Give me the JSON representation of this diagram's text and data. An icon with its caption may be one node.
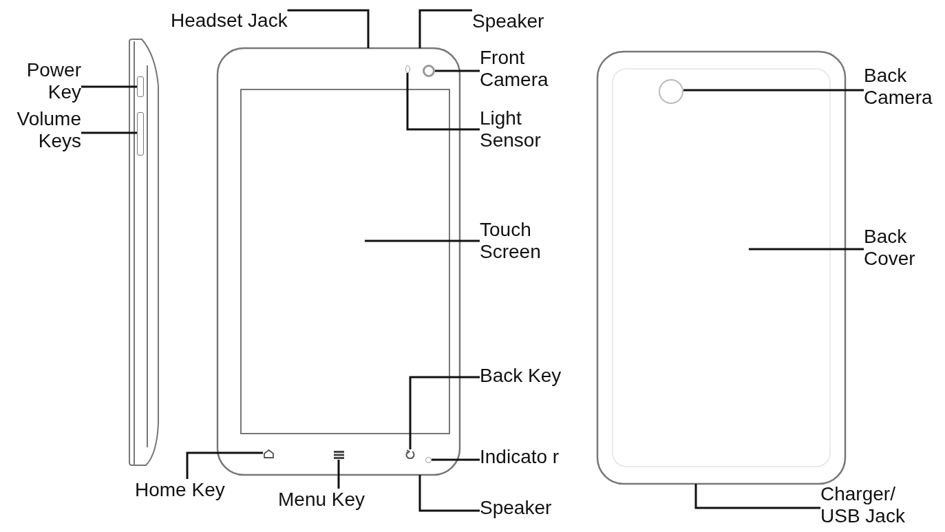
{
  "diagram": {
    "nodes": [
      {
        "text": [
          "Headset Jack"
        ]
      },
      {
        "text": [
          "Speaker"
        ]
      },
      {
        "text": [
          "Power Key"
        ]
      },
      {
        "text": [
          "Front Camera"
        ]
      },
      {
        "text": [
          "Volume Keys"
        ]
      },
      {
        "text": [
          "Light Sensor"
        ]
      },
      {
        "text": [
          "Back Camera"
        ]
      },
      {
        "text": [
          "Touch Screen"
        ]
      },
      {
        "text": [
          "Back Cover"
        ]
      },
      {
        "text": [
          "Back Key"
        ]
      },
      {
        "text": [
          "Indicato r"
        ]
      },
      {
        "text": [
          "Home Key"
        ]
      },
      {
        "text": [
          "Menu Key"
        ]
      },
      {
        "text": [
          "Speaker"
        ]
      },
      {
        "text": [
          "Charger/ USB Jack"
        ]
      },
      {
        "text": [],
        "shape": "bar"
      },
      {
        "text": [],
        "shape": "bar"
      },
      {
        "text": [],
        "shape": "circle"
      },
      {
        "text": [],
        "shape": "circle"
      },
      {
        "text": [],
        "shape": "picture"
      },
      {
        "text": [],
        "shape": "picture"
      },
      {
        "text": [],
        "shape": "picture"
      },
      {
        "text": [],
        "shape": "circle"
      },
      {
        "text": [],
        "shape": "circle"
      }
    ],
    "edges": [
      {
        "from": 0,
        "to": null,
        "arrow": "none"
      },
      {
        "from": 1,
        "to": null,
        "arrow": "none"
      },
      {
        "from": 2,
        "to": 15,
        "arrow": "none"
      },
      {
        "from": 3,
        "to": 18,
        "arrow": "none"
      },
      {
        "from": 4,
        "to": 16,
        "arrow": "none"
      },
      {
        "from": 5,
        "to": 17,
        "arrow": "none"
      },
      {
        "from": 6,
        "to": 23,
        "arrow": "none"
      },
      {
        "from": 7,
        "to": null,
        "arrow": "none"
      },
      {
        "from": 8,
        "to": null,
        "arrow": "none"
      },
      {
        "from": 9,
        "to": 21,
        "arrow": "none"
      },
      {
        "from": 10,
        "to": 22,
        "arrow": "none"
      },
      {
        "from": 11,
        "to": 19,
        "arrow": "none"
      },
      {
        "from": 12,
        "to": 20,
        "arrow": "none"
      },
      {
        "from": 13,
        "to": null,
        "arrow": "none"
      },
      {
        "from": 14,
        "to": null,
        "arrow": "none"
      }
    ]
  }
}
